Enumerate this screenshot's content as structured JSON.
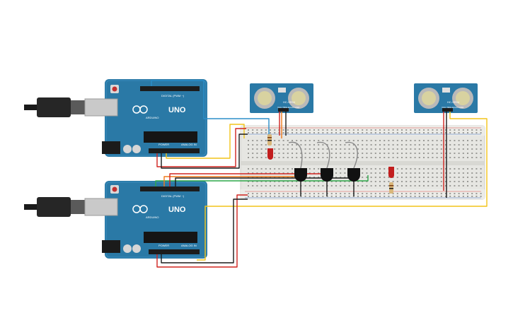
{
  "board_labels": {
    "uno": "UNO",
    "brand": "ARDUINO",
    "digital": "DIGITAL (PWM ~)",
    "power": "POWER",
    "analog": "ANALOG IN"
  },
  "sensor_labels": {
    "model": "HC-SR04",
    "pins": "VCC TRIG ECHO GND"
  },
  "colors": {
    "board": "#2a79a6",
    "board_dark": "#1f5f86",
    "breadboard": "#e9e9e6",
    "wire_red": "#d0231f",
    "wire_black": "#1a1a1a",
    "wire_yellow": "#f2c318",
    "wire_blue": "#2b8ec9",
    "wire_green": "#2ea84a",
    "wire_orange": "#f07a1a",
    "led": "#c21e1e"
  }
}
